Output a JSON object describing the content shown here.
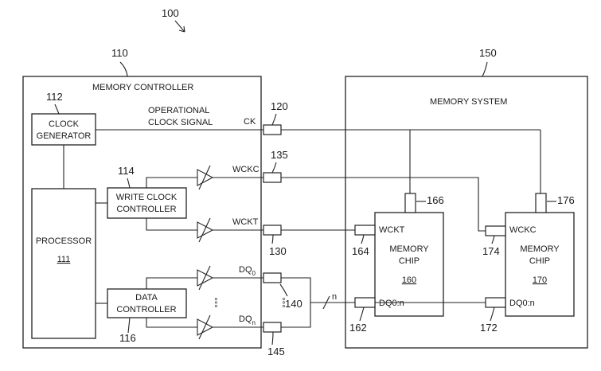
{
  "figure_number": "100",
  "memory_controller": {
    "ref": "110",
    "title": "MEMORY CONTROLLER",
    "clock_generator": {
      "ref": "112",
      "line1": "CLOCK",
      "line2": "GENERATOR"
    },
    "operational_clock_label": {
      "line1": "OPERATIONAL",
      "line2": "CLOCK SIGNAL"
    },
    "processor": {
      "label": "PROCESSOR",
      "ref": "111"
    },
    "write_clock_controller": {
      "ref": "114",
      "line1": "WRITE CLOCK",
      "line2": "CONTROLLER"
    },
    "data_controller": {
      "ref": "116",
      "line1": "DATA",
      "line2": "CONTROLLER"
    },
    "dots": "°°°",
    "pins": {
      "ck": {
        "label": "CK",
        "ref": "120"
      },
      "wckc": {
        "label": "WCKC",
        "ref": "135"
      },
      "wckt": {
        "label": "WCKT",
        "ref": "130"
      },
      "dq0": {
        "label": "DQ",
        "sub": "0"
      },
      "dqn": {
        "label": "DQ",
        "sub": "n",
        "ref": "145"
      },
      "dq_group_ref": "140",
      "bus_width": "n"
    }
  },
  "memory_system": {
    "ref": "150",
    "title": "MEMORY SYSTEM",
    "chip_a": {
      "line1": "MEMORY",
      "line2": "CHIP",
      "ref": "160",
      "ck_pad_ref": "166",
      "clock_label": "WCKT",
      "clock_pad_ref": "164",
      "data_label": "DQ0:n",
      "data_pad_ref": "162"
    },
    "chip_b": {
      "line1": "MEMORY",
      "line2": "CHIP",
      "ref": "170",
      "ck_pad_ref": "176",
      "clock_label": "WCKC",
      "clock_pad_ref": "174",
      "data_label": "DQ0:n",
      "data_pad_ref": "172"
    }
  }
}
